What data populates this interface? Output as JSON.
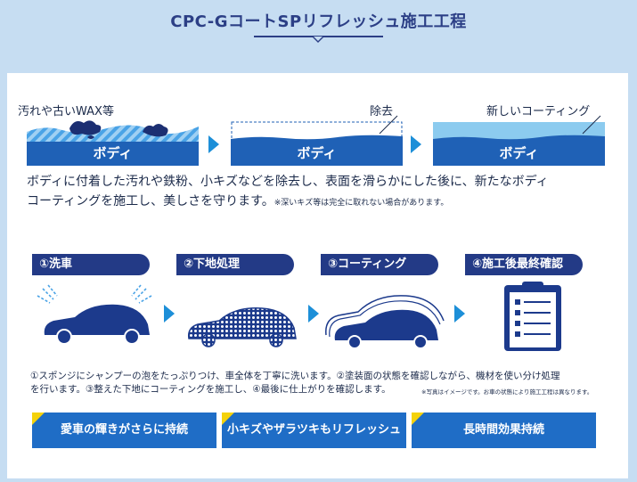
{
  "header": {
    "title": "CPC-GコートSPリフレッシュ施工工程"
  },
  "diagrams": [
    {
      "label": "汚れや古いWAX等",
      "body": "ボディ"
    },
    {
      "label": "除去",
      "body": "ボディ"
    },
    {
      "label": "新しいコーティング",
      "body": "ボディ"
    }
  ],
  "description": {
    "line1": "ボディに付着した汚れや鉄粉、小キズなどを除去し、表面を滑らかにした後に、新たなボディ",
    "line2": "コーティングを施工し、美しさを守ります。",
    "note": "※深いキズ等は完全に取れない場合があります。"
  },
  "steps": [
    {
      "label": "①洗車"
    },
    {
      "label": "②下地処理"
    },
    {
      "label": "③コーティング"
    },
    {
      "label": "④施工後最終確認"
    }
  ],
  "steps_text": {
    "line1": "①スポンジにシャンプーの泡をたっぷりつけ、車全体を丁寧に洗います。②塗装面の状態を確認しながら、機材を使い分け処理",
    "line2": "を行います。③整えた下地にコーティングを施工し、④最後に仕上がりを確認します。"
  },
  "image_note": "※写真はイメージです。お車の状態により施工工程は異なります。",
  "benefits": [
    {
      "label": "愛車の輝きがさらに持続"
    },
    {
      "label": "小キズやザラツキもリフレッシュ"
    },
    {
      "label": "長時間効果持続"
    }
  ],
  "colors": {
    "background": "#c6ddf2",
    "navy": "#233a86",
    "body_blue": "#1f61b6",
    "arrow_blue": "#1d8fd8",
    "benefit_blue": "#1f6dc6",
    "accent_yellow": "#f4d20a"
  }
}
